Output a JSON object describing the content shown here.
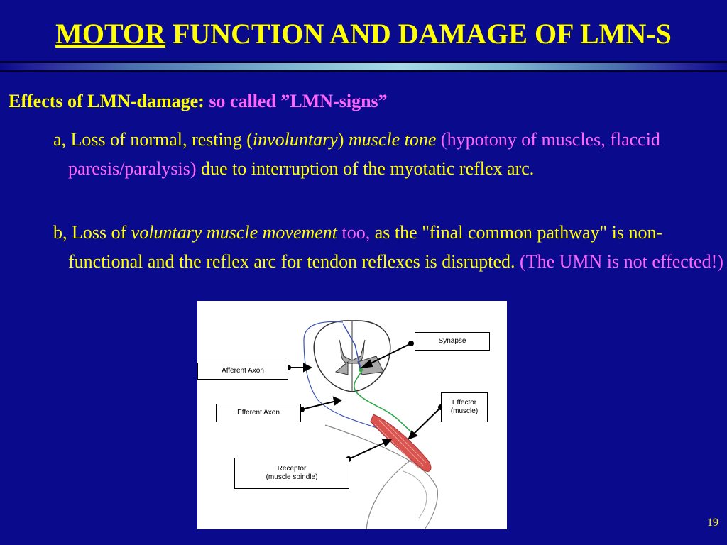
{
  "slide": {
    "title_underlined": "MOTOR",
    "title_rest": " FUNCTION AND DAMAGE OF LMN-S",
    "heading_main": "Effects of LMN-damage:",
    "heading_sub": " so called ”LMN-signs”",
    "item_a": {
      "t1": "a, Loss of normal, resting (",
      "t2": "involuntary",
      "t3": ") ",
      "t4": "muscle tone",
      "t5": " (hypotony of muscles, flaccid paresis/paralysis)",
      "t6": " due to interruption of the myotatic reflex arc."
    },
    "item_b": {
      "t1": "b, Loss of ",
      "t2": "voluntary muscle movement",
      "t3": " too,",
      "t4": " as the \"final common pathway\" is non-functional and the reflex arc for tendon reflexes is disrupted.",
      "t5": " (The UMN is not effected!)"
    },
    "page_number": "19"
  },
  "figure": {
    "labels": {
      "synapse": "Synapse",
      "afferent": "Afferent Axon",
      "efferent": "Efferent Axon",
      "effector": "Effector\n(muscle)",
      "receptor": "Receptor\n(muscle spindle)"
    }
  },
  "colors": {
    "background": "#0a0a8c",
    "text_primary": "#ffff00",
    "text_secondary": "#ff66ff"
  }
}
